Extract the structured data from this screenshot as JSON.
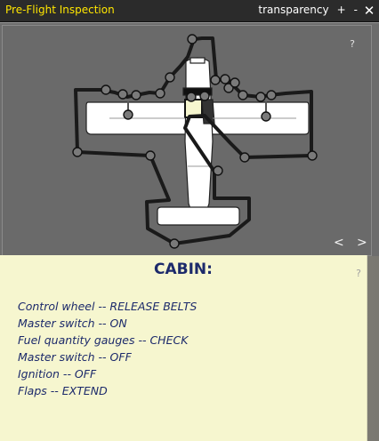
{
  "window": {
    "title": "Pre-Flight Inspection",
    "transparency_label": "transparency",
    "plus_label": "+",
    "minus_label": "-",
    "close_label": "✕"
  },
  "diagram": {
    "help_label": "?",
    "prev_label": "<",
    "next_label": ">",
    "colors": {
      "panel": "#6a6a6a",
      "route": "#1a1a1a",
      "checkpoint": "#7a7a7a",
      "airframe": "#ffffff",
      "highlight": "#f6f6cf"
    }
  },
  "step": {
    "help_label": "?",
    "title": "CABIN:",
    "items": [
      "Control wheel -- RELEASE BELTS",
      "Master switch -- ON",
      "Fuel quantity gauges -- CHECK",
      "Master switch -- OFF",
      "Ignition -- OFF",
      "Flaps -- EXTEND"
    ]
  }
}
